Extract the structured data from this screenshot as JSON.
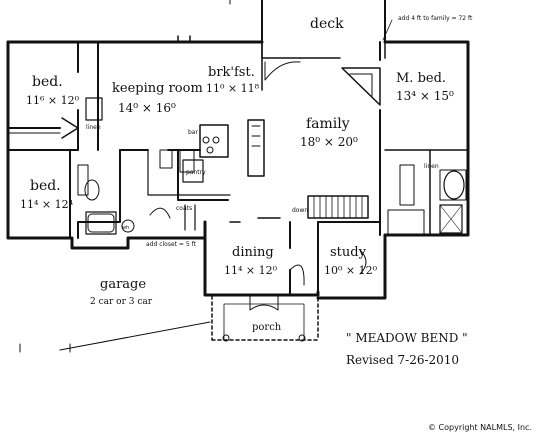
{
  "rooms": {
    "deck": {
      "name": "deck",
      "size": ""
    },
    "bed1": {
      "name": "bed.",
      "size": "11⁶ × 12⁰"
    },
    "keeping": {
      "name": "keeping room",
      "size": "14⁰ × 16⁰"
    },
    "brkfst": {
      "name": "brk'fst.",
      "size": "11⁰ × 11⁸"
    },
    "mbed": {
      "name": "M. bed.",
      "size": "13⁴ × 15⁰"
    },
    "family": {
      "name": "family",
      "size": "18⁰ × 20⁰"
    },
    "bed2": {
      "name": "bed.",
      "size": "11⁴ × 12⁴"
    },
    "dining": {
      "name": "dining",
      "size": "11⁴ × 12⁰"
    },
    "study": {
      "name": "study",
      "size": "10⁰ × 12⁰"
    },
    "garage": {
      "name": "garage",
      "size": "2 car or 3 car"
    },
    "porch": {
      "name": "porch",
      "size": ""
    }
  },
  "labels": {
    "linen1": "linen",
    "linen2": "linen",
    "bar": "bar",
    "pantry": "pantry",
    "coats": "coats",
    "down": "down",
    "wh": "wh",
    "closet_note": "add closet = 5 ft",
    "deck_note": "add 4 ft to family = 72 ft"
  },
  "title": "\" MEADOW BEND \"",
  "revised": "Revised  7-26-2010",
  "copyright": "© Copyright NALMLS, Inc."
}
